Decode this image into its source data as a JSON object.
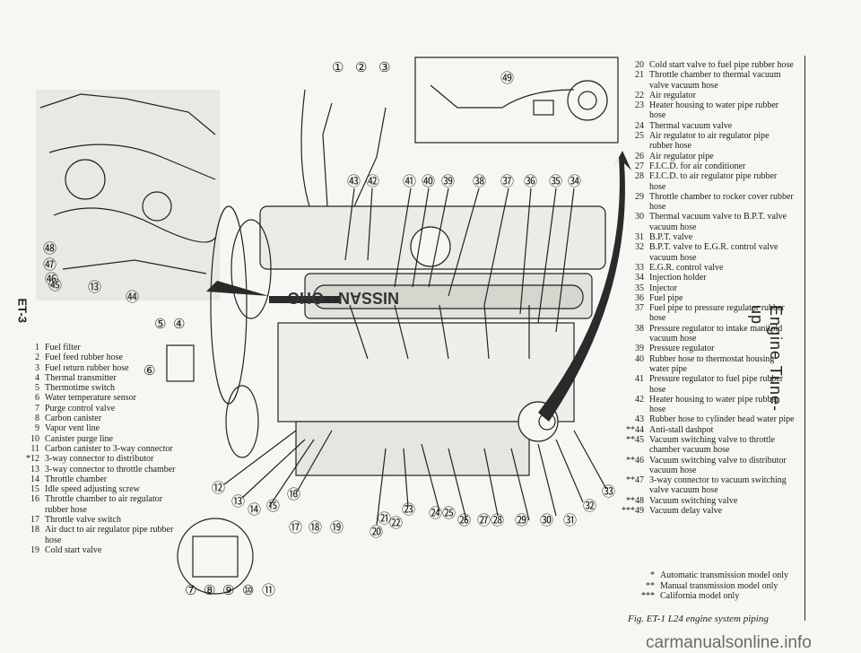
{
  "page": {
    "page_label": "ET-3",
    "section_title": "Engine Tune-up"
  },
  "legend_left": [
    {
      "num": "1",
      "text": "Fuel filter"
    },
    {
      "num": "2",
      "text": "Fuel feed rubber hose"
    },
    {
      "num": "3",
      "text": "Fuel return rubber hose"
    },
    {
      "num": "4",
      "text": "Thermal transmitter"
    },
    {
      "num": "5",
      "text": "Thermotime switch"
    },
    {
      "num": "6",
      "text": "Water temperature sensor"
    },
    {
      "num": "7",
      "text": "Purge control valve"
    },
    {
      "num": "8",
      "text": "Carbon canister"
    },
    {
      "num": "9",
      "text": "Vapor vent line"
    },
    {
      "num": "10",
      "text": "Canister purge line"
    },
    {
      "num": "11",
      "text": "Carbon canister to 3-way connector"
    },
    {
      "num": "*12",
      "text": "3-way connector to distributor"
    },
    {
      "num": "13",
      "text": "3-way connector to throttle chamber"
    },
    {
      "num": "14",
      "text": "Throttle chamber"
    },
    {
      "num": "15",
      "text": "Idle speed adjusting screw"
    },
    {
      "num": "16",
      "text": "Throttle chamber to air regulator rubber hose"
    },
    {
      "num": "17",
      "text": "Throttle valve switch"
    },
    {
      "num": "18",
      "text": "Air duct to air regulator pipe rubber hose"
    },
    {
      "num": "19",
      "text": "Cold start valve"
    }
  ],
  "legend_right": [
    {
      "num": "20",
      "text": "Cold start valve to fuel pipe rubber hose"
    },
    {
      "num": "21",
      "text": "Throttle chamber to thermal vacuum valve vacuum hose"
    },
    {
      "num": "22",
      "text": "Air regulator"
    },
    {
      "num": "23",
      "text": "Heater housing to water pipe rubber hose"
    },
    {
      "num": "24",
      "text": "Thermal vacuum valve"
    },
    {
      "num": "25",
      "text": "Air regulator to air regulator pipe rubber hose"
    },
    {
      "num": "26",
      "text": "Air regulator pipe"
    },
    {
      "num": "27",
      "text": "F.I.C.D. for air conditioner"
    },
    {
      "num": "28",
      "text": "F.I.C.D. to air regulator pipe rubber hose"
    },
    {
      "num": "29",
      "text": "Throttle chamber to rocker cover rubber hose"
    },
    {
      "num": "30",
      "text": "Thermal vacuum valve to B.P.T. valve vacuum hose"
    },
    {
      "num": "31",
      "text": "B.P.T. valve"
    },
    {
      "num": "32",
      "text": "B.P.T. valve to E.G.R. control valve vacuum hose"
    },
    {
      "num": "33",
      "text": "E.G.R. control valve"
    },
    {
      "num": "34",
      "text": "Injection holder"
    },
    {
      "num": "35",
      "text": "Injector"
    },
    {
      "num": "36",
      "text": "Fuel pipe"
    },
    {
      "num": "37",
      "text": "Fuel pipe to pressure regulator rubber hose"
    },
    {
      "num": "38",
      "text": "Pressure regulator to intake manifold vacuum hose"
    },
    {
      "num": "39",
      "text": "Pressure regulator"
    },
    {
      "num": "40",
      "text": "Rubber hose to thermostat housing water pipe"
    },
    {
      "num": "41",
      "text": "Pressure regulator to fuel pipe rubber hose"
    },
    {
      "num": "42",
      "text": "Heater housing to water pipe rubber hose"
    },
    {
      "num": "43",
      "text": "Rubber hose to cylinder head water pipe"
    },
    {
      "num": "**44",
      "text": "Anti-stall dashpot"
    },
    {
      "num": "**45",
      "text": "Vacuum switching valve to throttle chamber vacuum hose"
    },
    {
      "num": "**46",
      "text": "Vacuum switching valve to distributor vacuum hose"
    },
    {
      "num": "**47",
      "text": "3-way connector to vacuum switching valve vacuum hose"
    },
    {
      "num": "**48",
      "text": "Vacuum switching valve"
    },
    {
      "num": "***49",
      "text": "Vacuum delay valve"
    }
  ],
  "notes": [
    {
      "num": "*",
      "text": "Automatic transmission model only"
    },
    {
      "num": "**",
      "text": "Manual transmission model only"
    },
    {
      "num": "***",
      "text": "California model only"
    }
  ],
  "figure": {
    "caption": "Fig. ET-1  L24 engine system piping",
    "rocker_cover_text": "NISSAN · OHC",
    "callouts_top": [
      "①",
      "②",
      "③"
    ],
    "callouts_row": [
      "㊸",
      "㊷",
      "㊶",
      "㊵",
      "㊴",
      "㊳",
      "㊲",
      "㊱",
      "㉟",
      "㉞"
    ],
    "callout_inset": "㊾",
    "callouts_left": [
      "㊽",
      "㊼",
      "㊻",
      "㊺",
      "⑬",
      "㊹"
    ],
    "callouts_mid": [
      "⑤",
      "④",
      "⑥"
    ],
    "callouts_bottom": [
      "⑫",
      "⑬",
      "⑭",
      "⑮",
      "⑯",
      "⑰",
      "⑱",
      "⑲",
      "⑳",
      "㉑",
      "㉒",
      "㉓",
      "㉔㉕",
      "㉖",
      "㉗㉘",
      "㉙",
      "㉚",
      "㉛",
      "㉜",
      "㉝"
    ],
    "callouts_canister": [
      "⑦",
      "⑧",
      "⑨",
      "⑩",
      "⑪"
    ]
  },
  "watermark": "carmanualsonline.info"
}
